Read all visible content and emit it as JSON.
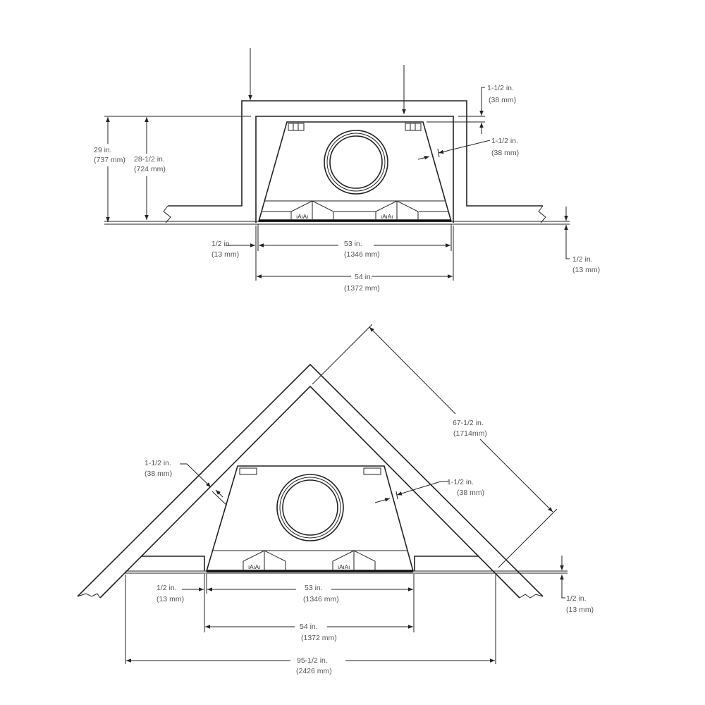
{
  "colors": {
    "line": "#222222",
    "text": "#555555",
    "background": "#ffffff"
  },
  "top_view": {
    "height_outer": {
      "in": "29 in.",
      "mm": "(737 mm)"
    },
    "height_inner": {
      "in": "28-1/2 in.",
      "mm": "(724 mm)"
    },
    "clearance_top": {
      "in": "1-1/2 in.",
      "mm": "(38 mm)"
    },
    "clearance_side": {
      "in": "1-1/2 in.",
      "mm": "(38 mm)"
    },
    "ceiling_right": {
      "in": "1/2 in.",
      "mm": "(13 mm)"
    },
    "gap_left": {
      "in": "1/2 in.",
      "mm": "(13 mm)"
    },
    "width_inner": {
      "in": "53 in.",
      "mm": "(1346 mm)"
    },
    "width_outer": {
      "in": "54 in.",
      "mm": "(1372 mm)"
    }
  },
  "bottom_view": {
    "clearance_left": {
      "in": "1-1/2 in.",
      "mm": "(38 mm)"
    },
    "clearance_right": {
      "in": "1-1/2 in.",
      "mm": "(38 mm)"
    },
    "rafter_length": {
      "in": "67-1/2 in.",
      "mm": "(1714mm)"
    },
    "ceiling_right": {
      "in": "1/2 in.",
      "mm": "(13 mm)"
    },
    "gap_left": {
      "in": "1/2 in.",
      "mm": "(13 mm)"
    },
    "width_inner": {
      "in": "53 in.",
      "mm": "(1346 mm)"
    },
    "width_outer": {
      "in": "54 in.",
      "mm": "(1372 mm)"
    },
    "span": {
      "in": "95-1/2 in.",
      "mm": "(2426 mm)"
    }
  }
}
